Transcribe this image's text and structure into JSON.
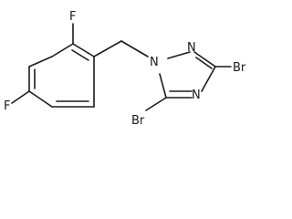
{
  "molecule": {
    "atoms": {
      "f_ortho": "F",
      "f_para": "F",
      "n_substituted": "N",
      "n_ring": "N",
      "n_lower": "N",
      "br_c3": "Br",
      "br_c5": "Br"
    }
  }
}
